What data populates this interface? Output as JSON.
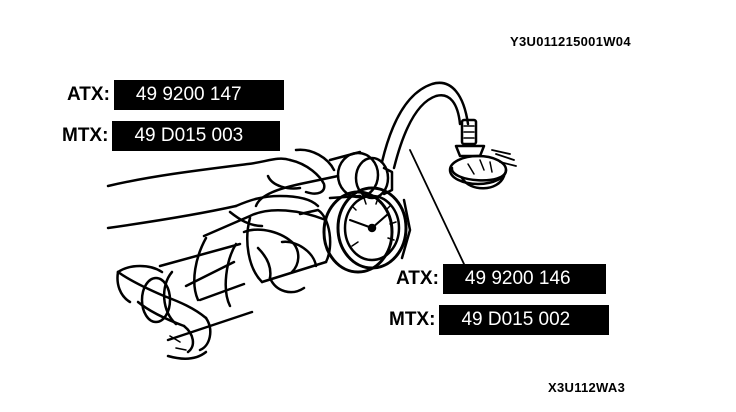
{
  "figure_codes": {
    "top": "Y3U011215001W04",
    "bottom": "X3U112WA3"
  },
  "labels": {
    "top_left": {
      "atx_prefix": "ATX:",
      "atx_part": "49 9200 147",
      "mtx_prefix": "MTX:",
      "mtx_part": "49 D015 003"
    },
    "bottom_right": {
      "atx_prefix": "ATX:",
      "atx_part": "49 9200 146",
      "mtx_prefix": "MTX:",
      "mtx_part": "49 D015 002"
    }
  },
  "colors": {
    "ink": "#000000",
    "paper": "#ffffff"
  }
}
